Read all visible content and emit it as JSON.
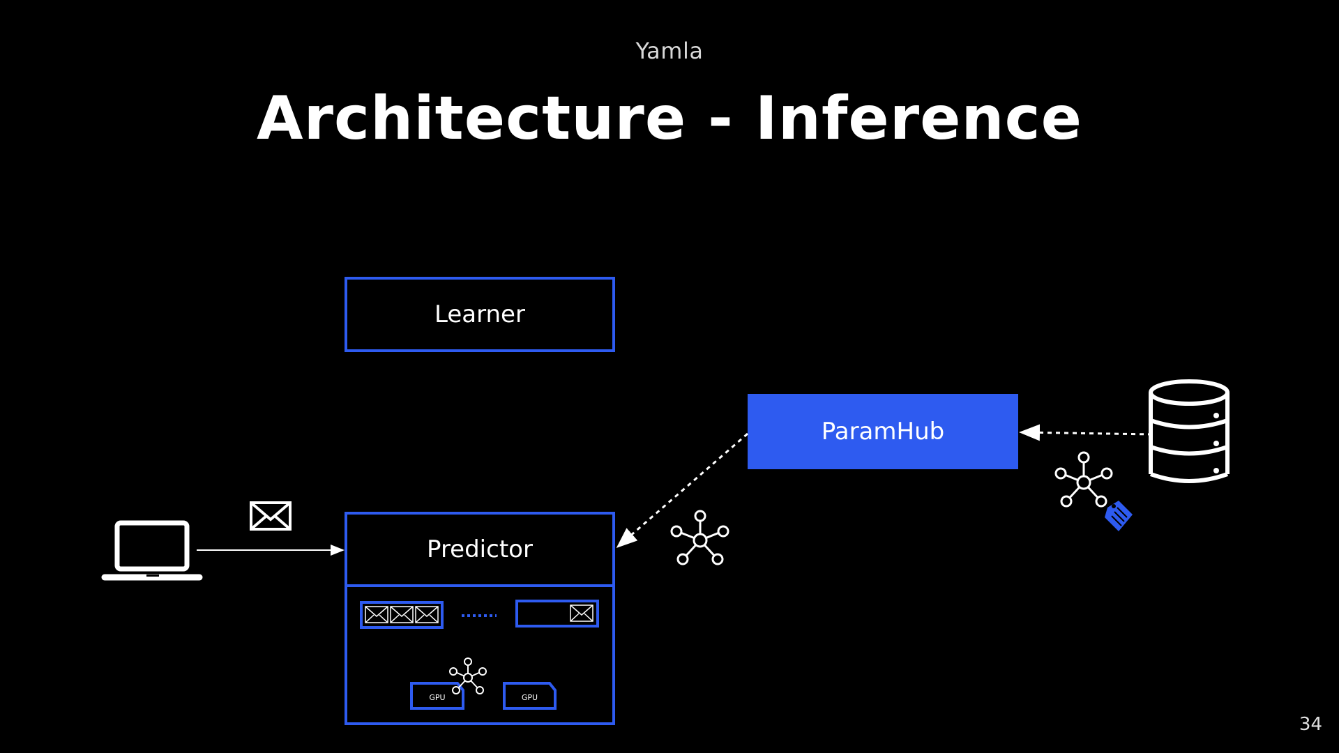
{
  "slide": {
    "kicker": "Yamla",
    "title": "Architecture - Inference",
    "page_number": "34"
  },
  "nodes": {
    "learner": "Learner",
    "paramhub": "ParamHub",
    "predictor": "Predictor",
    "gpu_1": "GPU",
    "gpu_2": "GPU"
  },
  "colors": {
    "accent": "#2e5bf0",
    "background": "#000000",
    "foreground": "#ffffff"
  },
  "icons": [
    "laptop-icon",
    "envelope-icon",
    "database-icon",
    "network-graph-icon",
    "tag-icon"
  ]
}
